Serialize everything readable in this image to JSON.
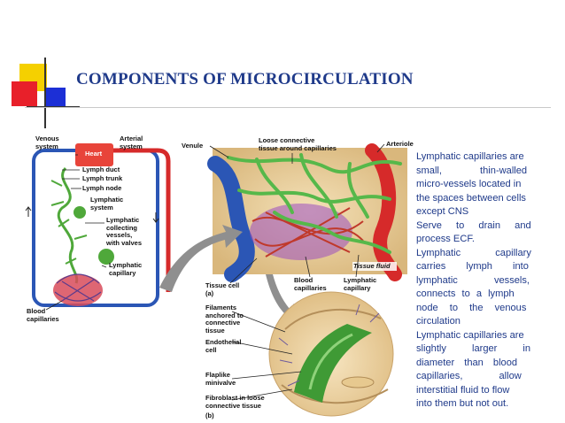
{
  "slide": {
    "title": "COMPONENTS OF  MICROCIRCULATION",
    "body_lines": [
      "Lymphatic capillaries are",
      "small, thin-walled",
      "micro-vessels located in",
      "the spaces between cells",
      "except CNS",
      "Serve to drain and",
      "process ECF.",
      "Lymphatic capillary",
      "carries lymph into",
      "lymphatic vessels,",
      "connects to a lymph",
      "node to the venous",
      "circulation",
      "Lymphatic capillaries are",
      "slightly larger in",
      "diameter than blood",
      "capillaries, allow",
      "interstitial fluid to flow",
      "into them but not out."
    ]
  },
  "figure_labels": {
    "venous_system": "Venous\nsystem",
    "arterial_system": "Arterial\nsystem",
    "heart": "Heart",
    "lymph_duct": "Lymph duct",
    "lymph_trunk": "Lymph trunk",
    "lymph_node": "Lymph node",
    "lymphatic_system": "Lymphatic\nsystem",
    "lymphatic_collecting": "Lymphatic\ncollecting\nvessels,\nwith valves",
    "lymphatic_capillary_left": "Lymphatic\ncapillary",
    "blood_capillaries_left": "Blood\ncapillaries",
    "venule": "Venule",
    "loose_connective": "Loose connective\ntissue around capillaries",
    "arteriole": "Arteriole",
    "tissue_fluid": "Tissue fluid",
    "tissue_cell": "Tissue cell",
    "part_a": "(a)",
    "blood_capillaries_mid": "Blood\ncapillaries",
    "lymphatic_capillary_mid": "Lymphatic\ncapillary",
    "filaments": "Filaments\nanchored to\nconnective\ntissue",
    "endothelial": "Endothelial\ncell",
    "flaplike": "Flaplike\nminivalve",
    "fibroblast": "Fibroblast in loose\nconnective tissue",
    "part_b": "(b)"
  },
  "colors": {
    "title": "#1f3a8a",
    "deco_yellow": "#f5d000",
    "deco_red": "#e8202a",
    "deco_blue": "#1c2fd6",
    "vein_blue": "#2b56b5",
    "artery_red": "#d62a2a",
    "lymph_green": "#4fa83a",
    "tissue_tan": "#e9cf9f"
  },
  "icons": [
    "decorative-squares",
    "diagram-arrow-icon"
  ]
}
